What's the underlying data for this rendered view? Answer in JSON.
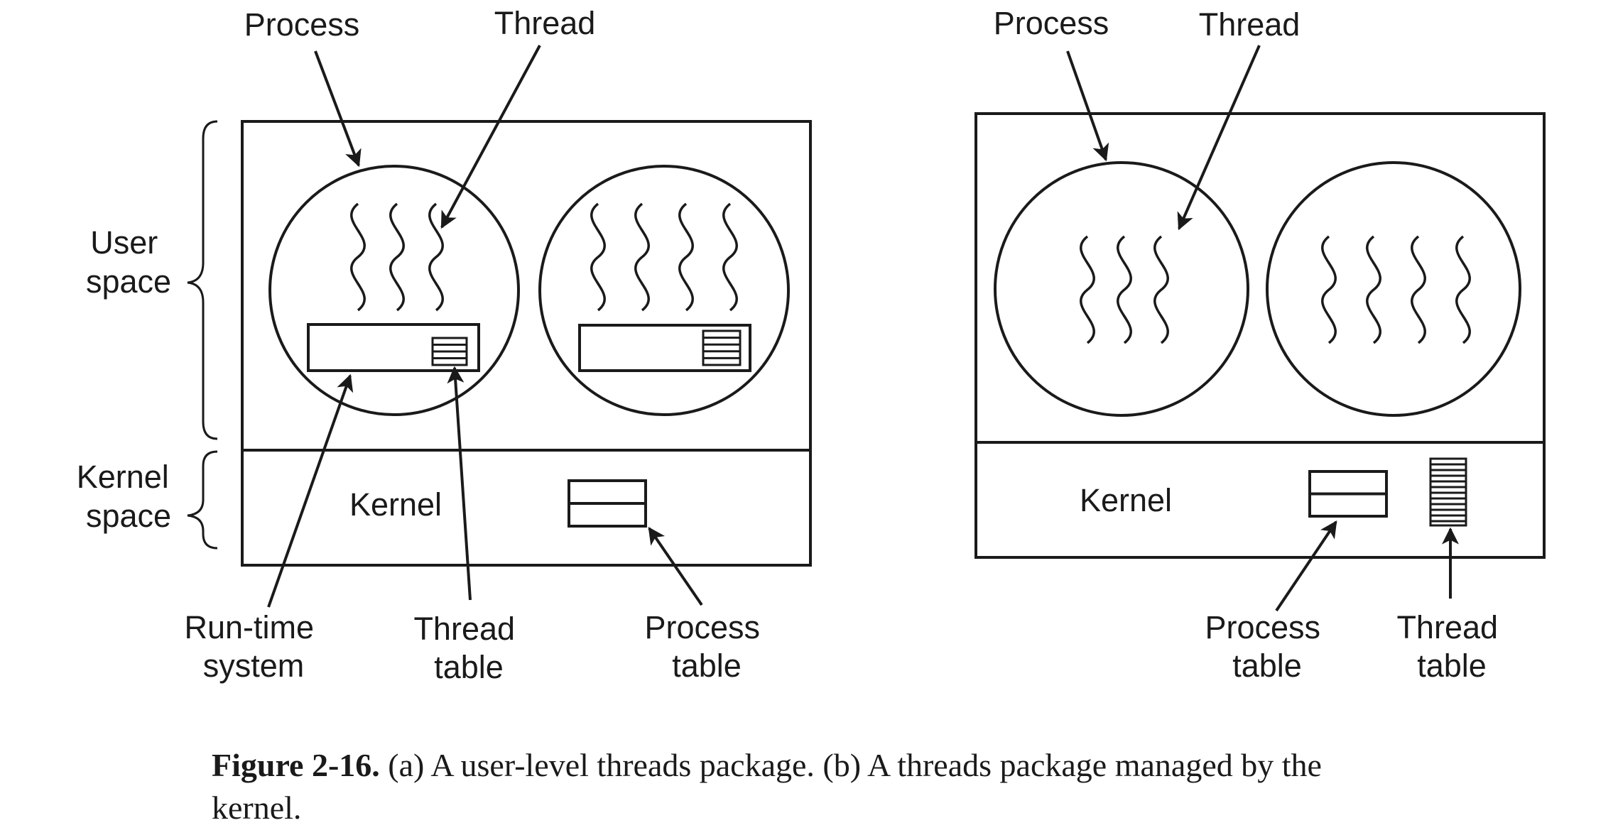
{
  "diagram_a": {
    "process_label": "Process",
    "thread_label": "Thread",
    "user_space": [
      "User",
      "space"
    ],
    "kernel_space": [
      "Kernel",
      "space"
    ],
    "kernel_label": "Kernel",
    "runtime_system": [
      "Run-time",
      "system"
    ],
    "thread_table": [
      "Thread",
      "table"
    ],
    "process_table": [
      "Process",
      "table"
    ]
  },
  "diagram_b": {
    "process_label": "Process",
    "thread_label": "Thread",
    "kernel_label": "Kernel",
    "process_table": [
      "Process",
      "table"
    ],
    "thread_table": [
      "Thread",
      "table"
    ]
  },
  "caption": {
    "label": "Figure 2-16.",
    "text": " (a) A user-level threads package. (b) A threads package managed by the kernel."
  },
  "colors": {
    "ink": "#1a1a1a",
    "background": "#ffffff"
  }
}
